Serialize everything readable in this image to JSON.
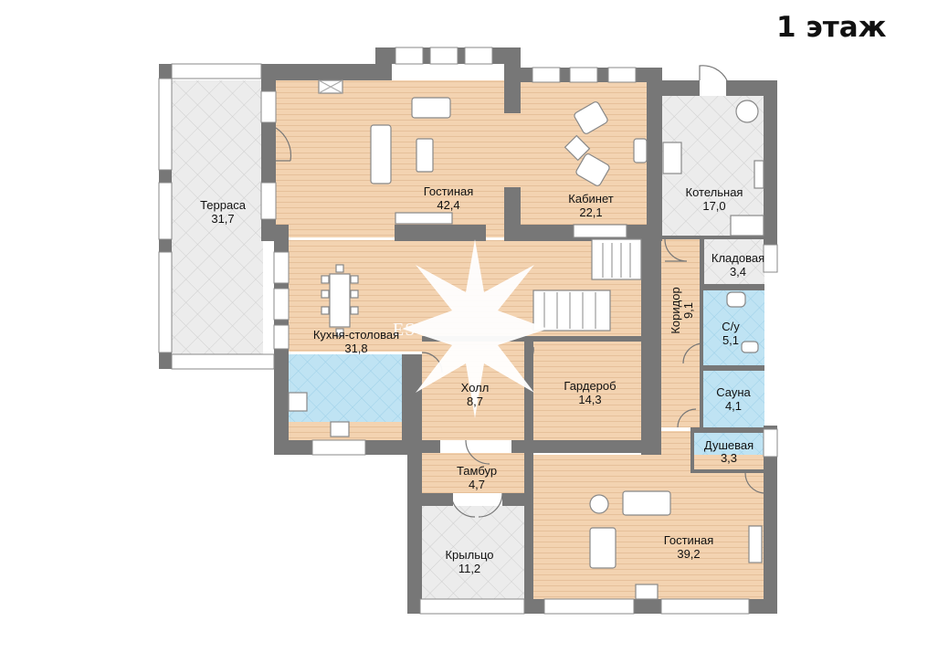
{
  "floor_title": "1 этаж",
  "watermark": "ES-PROPERTY",
  "rooms": {
    "terrace": {
      "name": "Терраса",
      "area": "31,7"
    },
    "living1": {
      "name": "Гостиная",
      "area": "42,4"
    },
    "study": {
      "name": "Кабинет",
      "area": "22,1"
    },
    "boiler": {
      "name": "Котельная",
      "area": "17,0"
    },
    "pantry": {
      "name": "Кладовая",
      "area": "3,4"
    },
    "corridor": {
      "name": "Коридор",
      "area": "9,1"
    },
    "wc": {
      "name": "С/у",
      "area": "5,1"
    },
    "kitchen": {
      "name": "Кухня-столовая",
      "area": "31,8"
    },
    "hall": {
      "name": "Холл",
      "area": "8,7"
    },
    "wardrobe": {
      "name": "Гардероб",
      "area": "14,3"
    },
    "sauna": {
      "name": "Сауна",
      "area": "4,1"
    },
    "shower": {
      "name": "Душевая",
      "area": "3,3"
    },
    "vestibule": {
      "name": "Тамбур",
      "area": "4,7"
    },
    "porch": {
      "name": "Крыльцо",
      "area": "11,2"
    },
    "living2": {
      "name": "Гостиная",
      "area": "39,2"
    }
  },
  "colors": {
    "wood": "#f3d3b1",
    "tile_blue": "#bfe3f3",
    "tile_grey": "#e7e7e7",
    "wall": "#777777"
  }
}
